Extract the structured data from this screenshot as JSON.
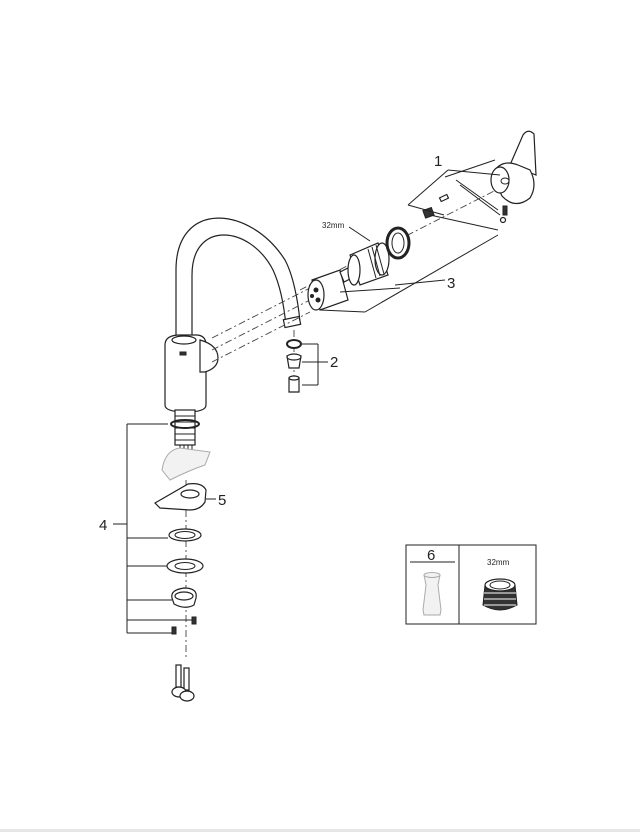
{
  "diagram": {
    "type": "exploded-parts-view",
    "subject": "single-lever kitchen faucet",
    "callouts": [
      {
        "id": "1",
        "label": "1"
      },
      {
        "id": "2",
        "label": "2"
      },
      {
        "id": "3",
        "label": "3"
      },
      {
        "id": "4",
        "label": "4"
      },
      {
        "id": "5",
        "label": "5"
      }
    ],
    "dimension_label": "32mm",
    "inset": {
      "callout": "6",
      "dimension_label": "32mm"
    }
  }
}
